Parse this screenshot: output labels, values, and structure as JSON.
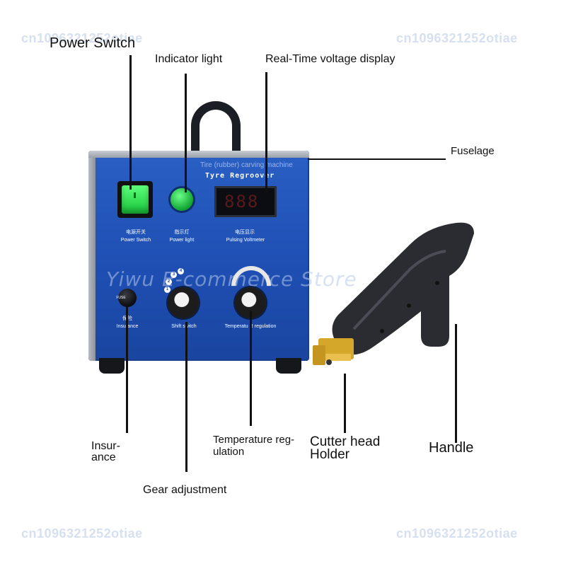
{
  "watermarks": {
    "top_left": "cn1096321252otiae",
    "top_right": "cn1096321252otiae",
    "bottom_left": "cn1096321252otiae",
    "bottom_right": "cn1096321252otiae",
    "overlay": "Yiwu E-commerce Store"
  },
  "callouts": {
    "power_switch": "Power Switch",
    "indicator_light": "Indicator light",
    "voltage_display": "Real-Time voltage display",
    "fuselage": "Fuselage",
    "insurance_line1": "Insur-",
    "insurance_line2": "ance",
    "gear_adjustment": "Gear adjustment",
    "temperature_line1": "Temperature reg-",
    "temperature_line2": "ulation",
    "cutter_line1": "Cutter head",
    "cutter_line2": "Holder",
    "handle": "Handle"
  },
  "machine": {
    "subtitle": "Tire (rubber) carving machine",
    "title": "Tyre Regroover",
    "display_digits": "888",
    "labels": {
      "power_cn": "电源开关",
      "power_en": "Power Switch",
      "light_cn": "指示灯",
      "light_en": "Power light",
      "volt_cn": "电压显示",
      "volt_en": "Pulsing Voltmeter",
      "fuse_cn": "保险",
      "fuse_en": "Insurance",
      "fuse_mark": "FUSE",
      "gear_en": "Shift switch",
      "gear_numbers": [
        "1",
        "2",
        "3",
        "4"
      ],
      "temp_en": "Temperatu R regulation"
    }
  },
  "colors": {
    "machine_blue": "#1f4fb3",
    "switch_green": "#19c43a",
    "handle_black": "#1b1e24",
    "brass": "#d4a62a"
  }
}
